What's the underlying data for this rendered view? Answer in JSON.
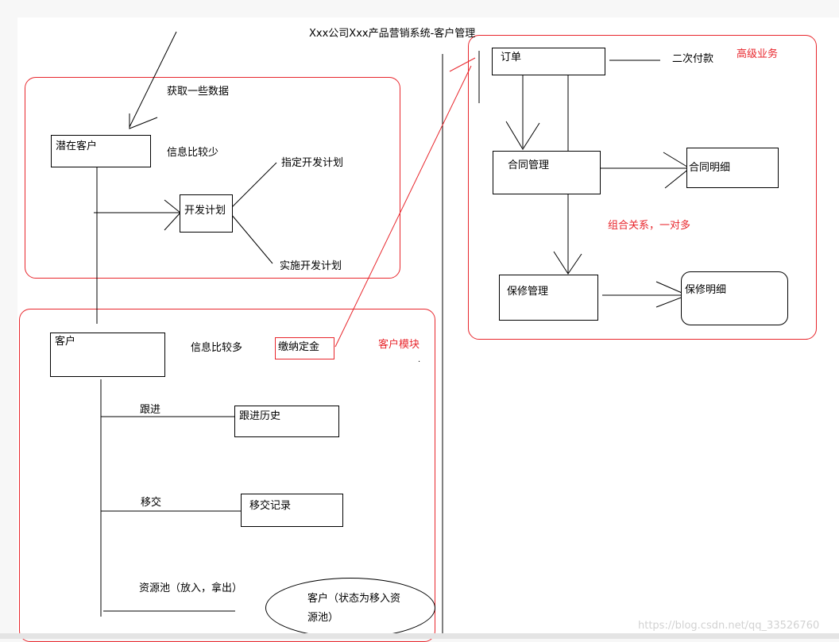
{
  "title": "Xxx公司Xxx产品营销系统-客户管理",
  "watermark": "https://blog.csdn.net/qq_33526760",
  "regions": {
    "advanced": "高级业务",
    "customer_module": "客户模块"
  },
  "nodes": {
    "potential_customer": "潜在客户",
    "dev_plan": "开发计划",
    "customer": "客户",
    "deposit": "缴纳定金",
    "follow_history": "跟进历史",
    "transfer_record": "移交记录",
    "customer_pool": "客户（状态为移入资源池）",
    "order": "订单",
    "contract_mgmt": "合同管理",
    "contract_detail": "合同明细",
    "warranty_mgmt": "保修管理",
    "warranty_detail": "保修明细"
  },
  "labels": {
    "fetch_data": "获取一些数据",
    "info_less": "信息比较少",
    "assign_plan": "指定开发计划",
    "implement_plan": "实施开发计划",
    "info_more": "信息比较多",
    "follow": "跟进",
    "transfer": "移交",
    "pool": "资源池（放入，拿出）",
    "second_payment": "二次付款",
    "composition": "组合关系，一对多",
    "dot": "."
  },
  "colors": {
    "annotation_red": "#e8262c",
    "line": "#000000",
    "watermark": "#d2d2d2"
  }
}
